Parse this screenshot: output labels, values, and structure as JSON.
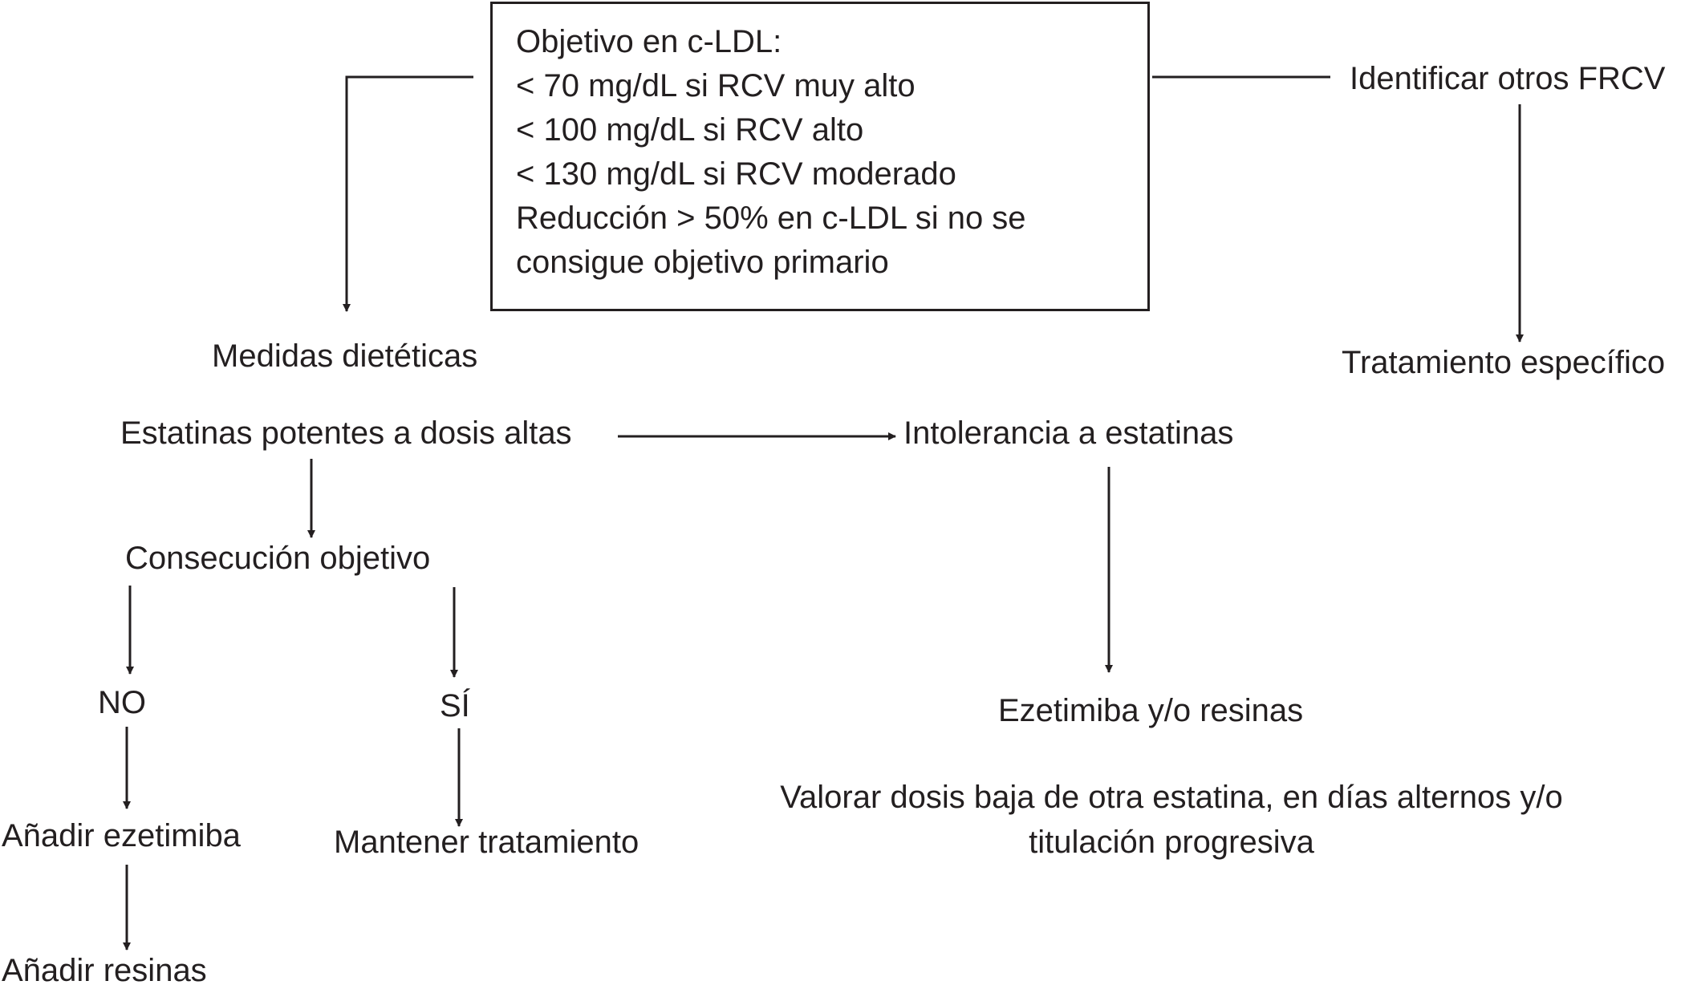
{
  "goal_box": {
    "lines": [
      "Objetivo en c-LDL:",
      "< 70 mg/dL si RCV muy alto",
      "< 100 mg/dL si RCV alto",
      "< 130 mg/dL si RCV moderado",
      "Reducción > 50% en c-LDL si no se",
      "consigue objetivo primario"
    ]
  },
  "nodes": {
    "identificar": "Identificar otros FRCV",
    "tratamiento_especifico": "Tratamiento específico",
    "medidas": "Medidas dietéticas",
    "estatinas": "Estatinas potentes a dosis altas",
    "intolerancia": "Intolerancia a estatinas",
    "consecucion": "Consecución objetivo",
    "no": "NO",
    "si": "SÍ",
    "ezetimiba_resinas": "Ezetimiba y/o resinas",
    "valorar_line1": "Valorar dosis baja de otra estatina, en días alternos y/o",
    "valorar_line2": "titulación progresiva",
    "anadir_ezetimiba": "Añadir ezetimiba",
    "mantener": "Mantener tratamiento",
    "anadir_resinas": "Añadir resinas"
  },
  "colors": {
    "ink": "#231f20",
    "background": "#ffffff"
  }
}
